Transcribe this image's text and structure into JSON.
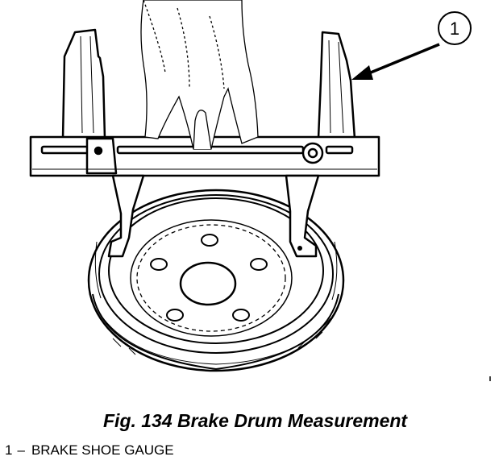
{
  "figure": {
    "caption": "Fig. 134 Brake Drum Measurement",
    "callout": {
      "number": "1"
    },
    "legend": [
      {
        "number": "1",
        "separator": "–",
        "label": "BRAKE SHOE GAUGE"
      }
    ],
    "icons": {
      "gauge": "brake-shoe-gauge-icon",
      "drum": "brake-drum-icon",
      "hand": "hand-icon",
      "arrow": "leader-arrow-icon"
    },
    "colors": {
      "ink": "#000000",
      "paper": "#ffffff"
    }
  }
}
